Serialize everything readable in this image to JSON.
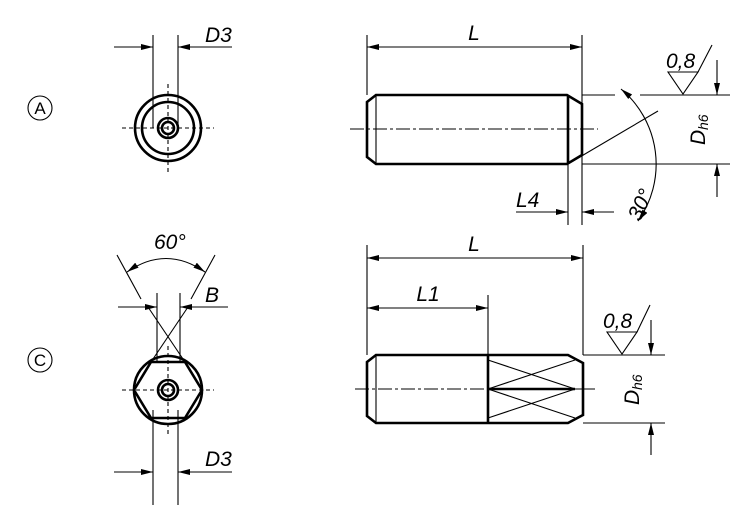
{
  "variants": [
    {
      "label": "A",
      "dims": {
        "bore": "D3",
        "length": "L",
        "chamfer_length": "L4",
        "angle": "30°",
        "roughness": "0,8",
        "diameter": "D",
        "tolerance": "h6"
      }
    },
    {
      "label": "C",
      "dims": {
        "angle": "60°",
        "width": "B",
        "bore": "D3",
        "length": "L",
        "knurl_start": "L1",
        "roughness": "0,8",
        "diameter": "D",
        "tolerance": "h6"
      }
    }
  ],
  "colors": {
    "line": "#000000",
    "background": "#ffffff"
  }
}
